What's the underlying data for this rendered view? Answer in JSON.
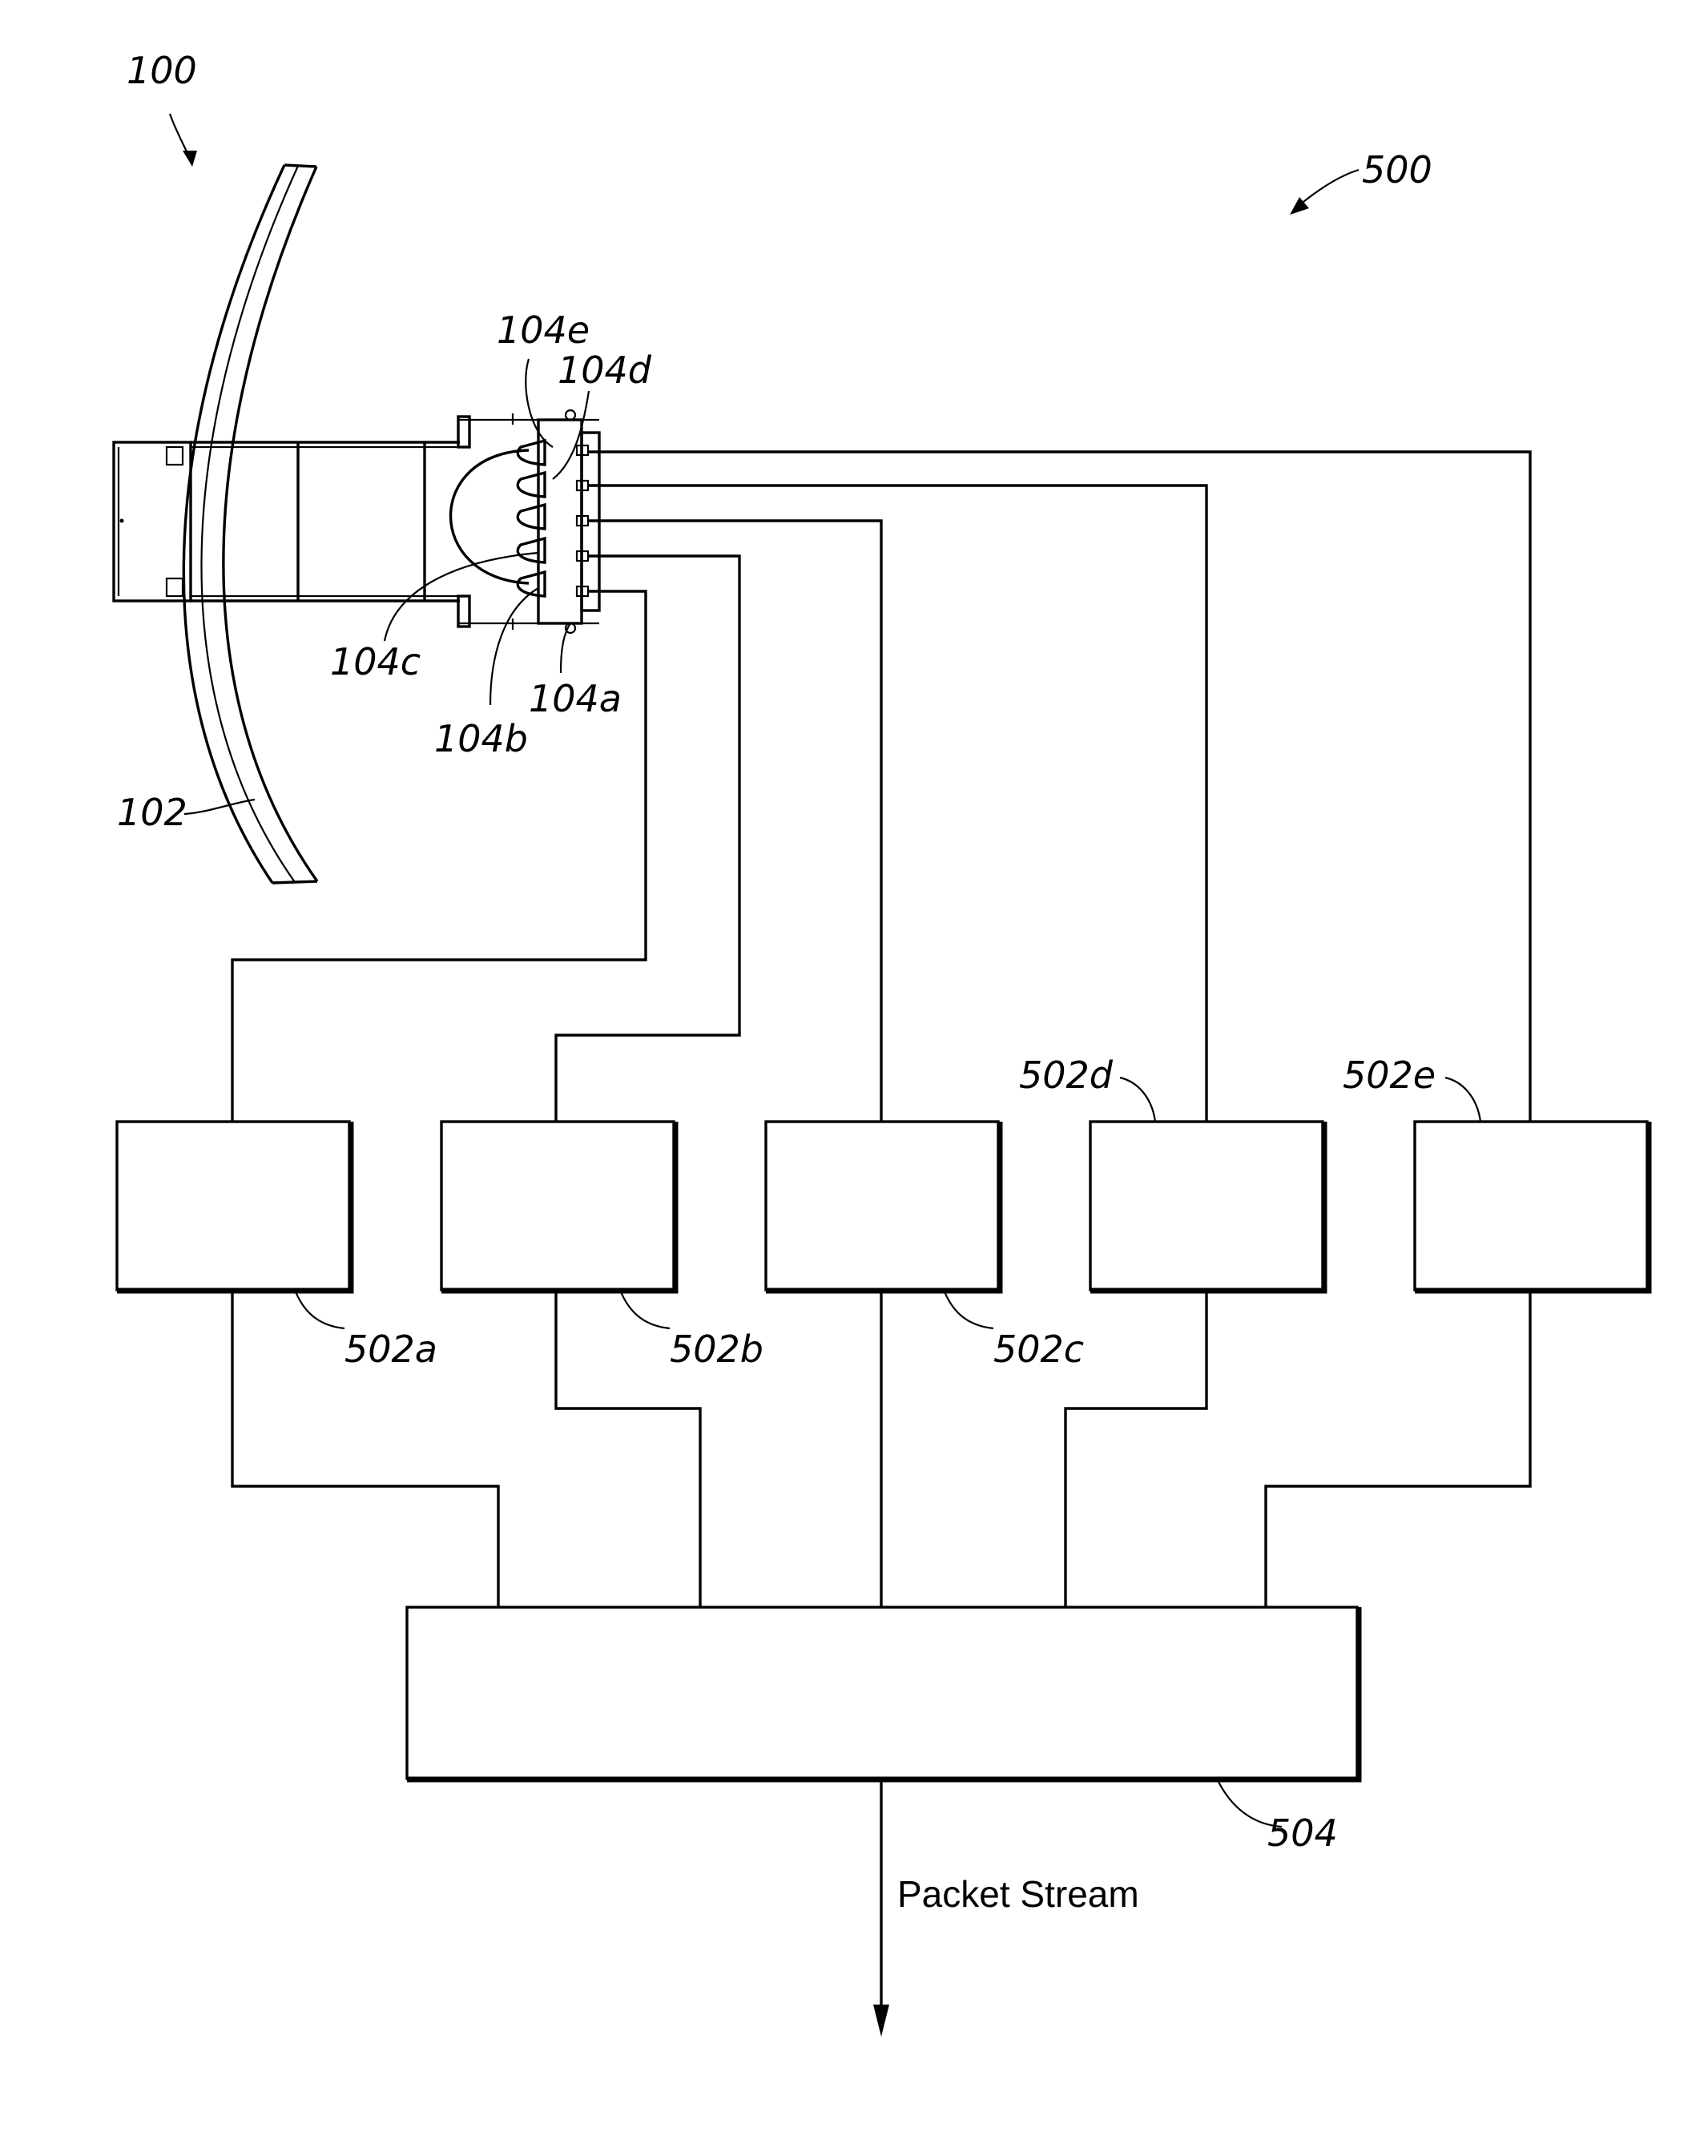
{
  "labels": {
    "fig_apparatus": "100",
    "fig_system": "500",
    "reflector": "102",
    "horn_e": "104e",
    "horn_d": "104d",
    "horn_c": "104c",
    "horn_b": "104b",
    "horn_a": "104a",
    "module_a": "502a",
    "module_b": "502b",
    "module_c": "502c",
    "module_d": "502d",
    "module_e": "502e",
    "combiner": "504",
    "output": "Packet Stream"
  }
}
